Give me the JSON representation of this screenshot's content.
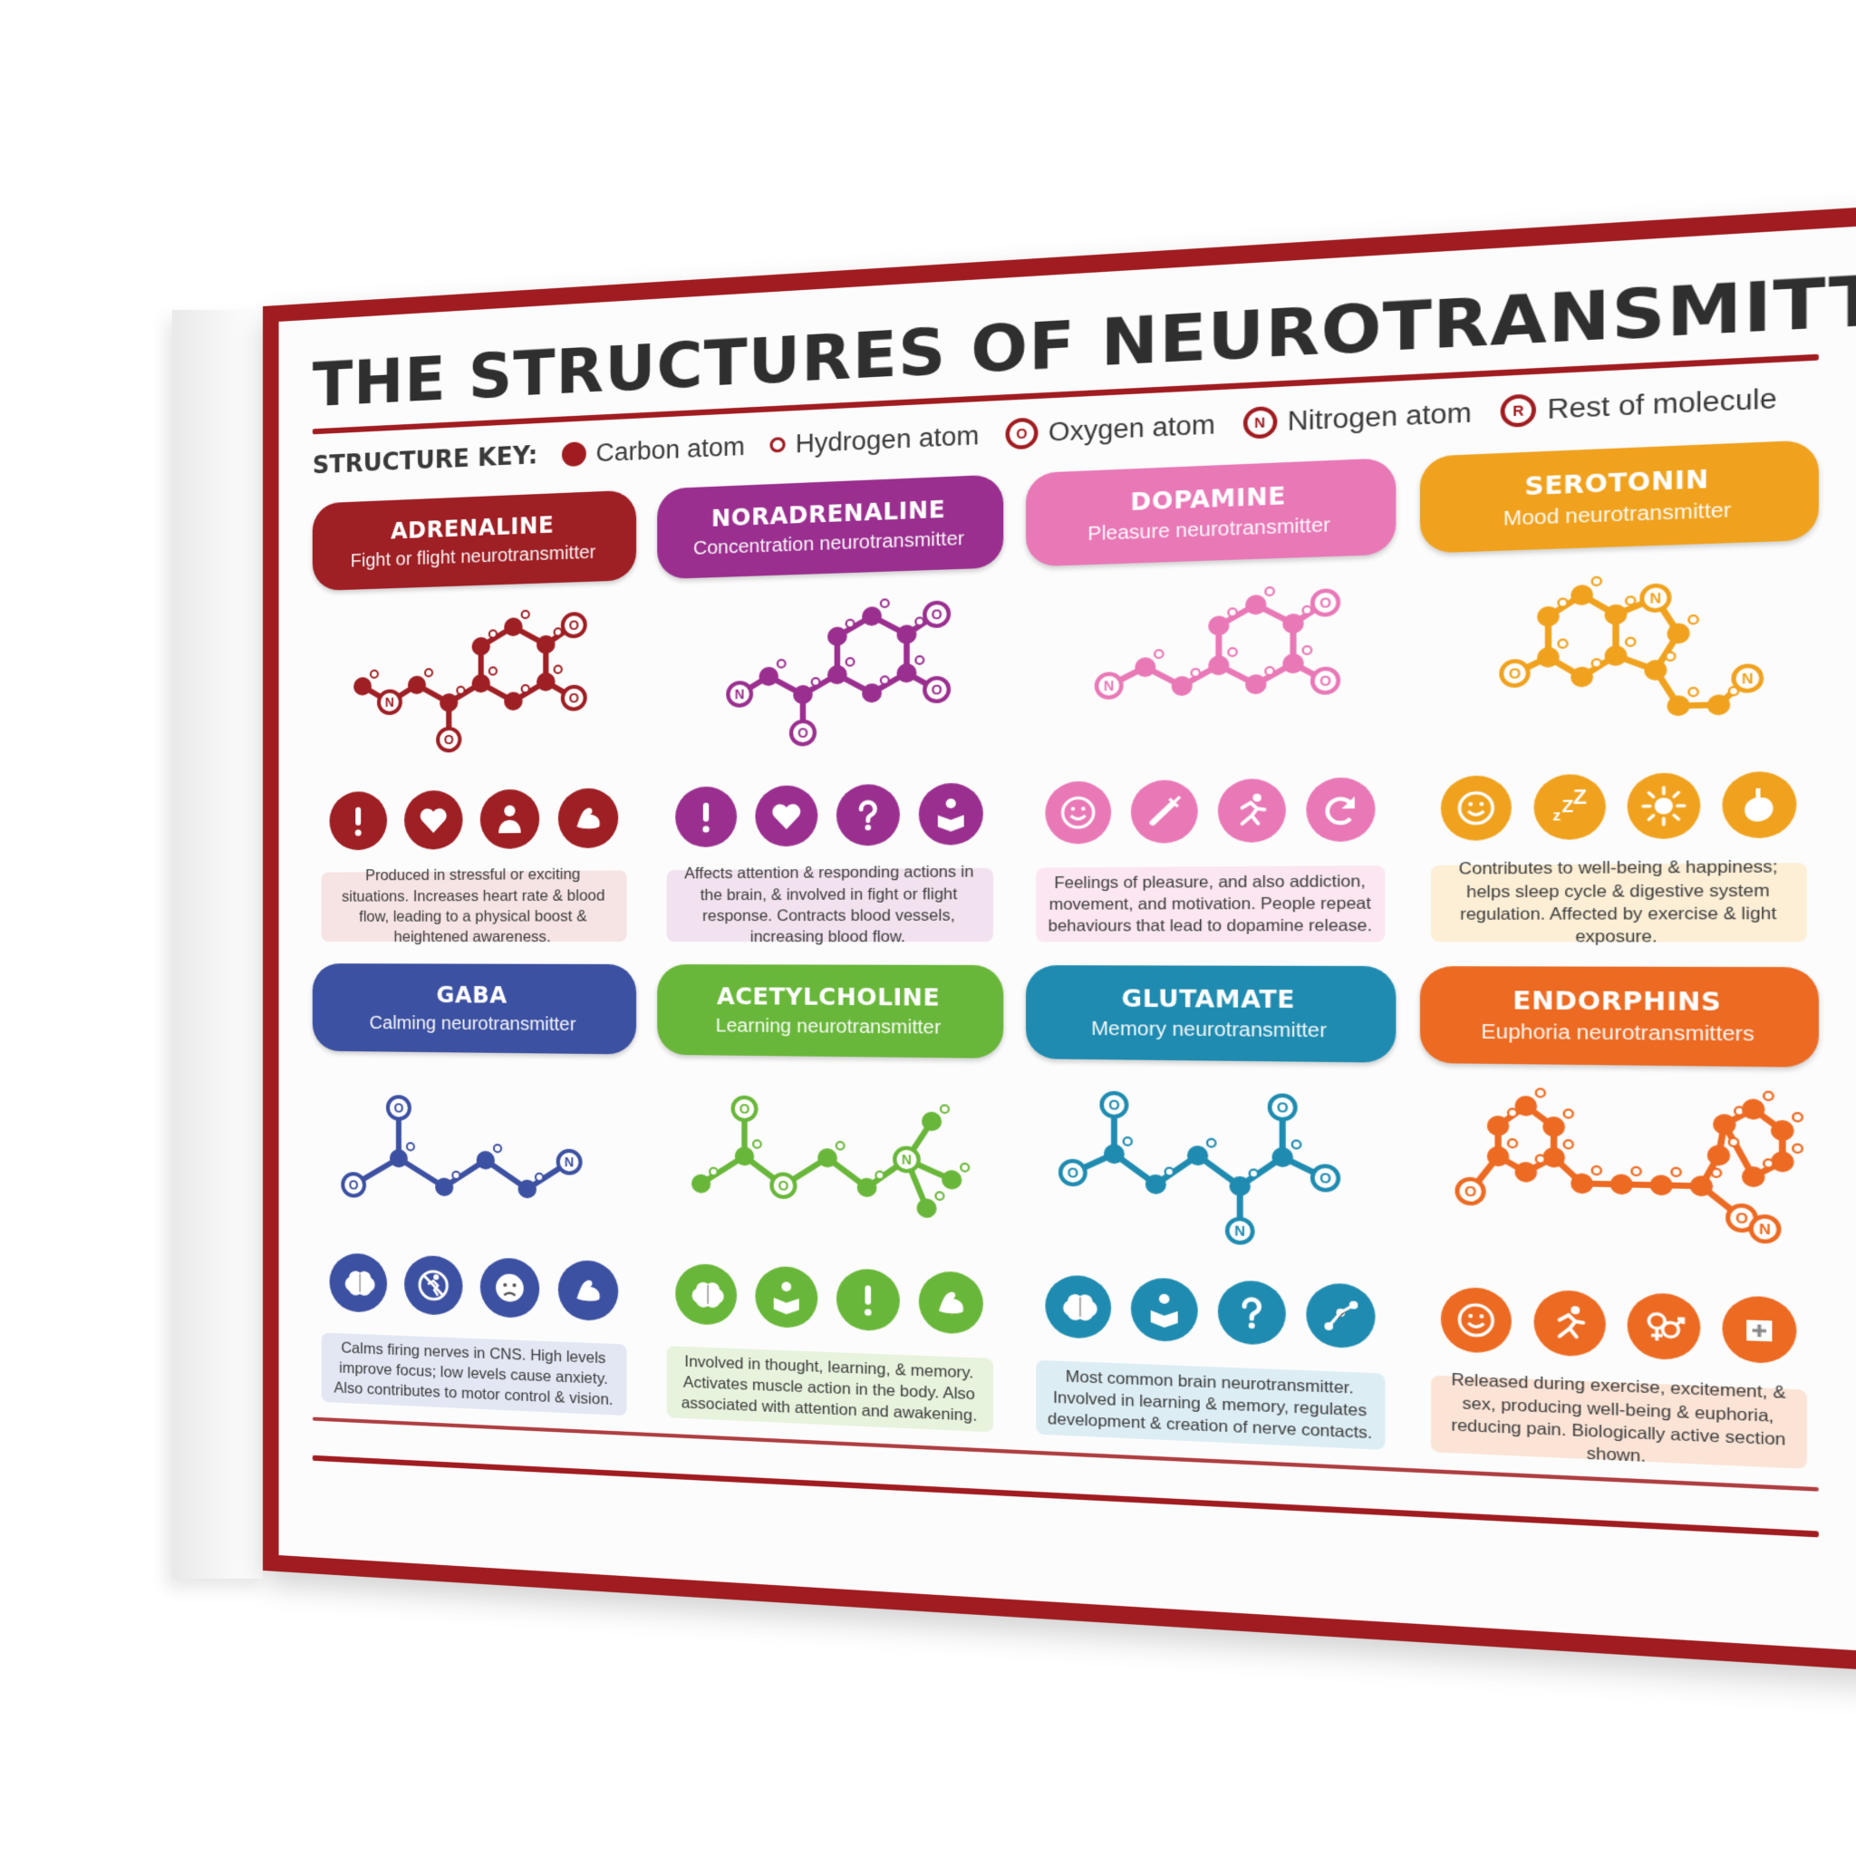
{
  "title": "THE STRUCTURES OF NEUROTRANSMITTERS",
  "key": {
    "label": "STRUCTURE KEY:",
    "items": [
      {
        "label": "Carbon atom",
        "symbol": ""
      },
      {
        "label": "Hydrogen atom",
        "symbol": ""
      },
      {
        "label": "Oxygen atom",
        "symbol": "O"
      },
      {
        "label": "Nitrogen atom",
        "symbol": "N"
      },
      {
        "label": "Rest of molecule",
        "symbol": "R"
      }
    ]
  },
  "cards": [
    {
      "name": "ADRENALINE",
      "subtitle": "Fight or flight neurotransmitter",
      "color": "#9e1f24",
      "tint": "#f6e3e4",
      "icons": [
        "exclamation-icon",
        "heart-icon",
        "person-icon",
        "muscle-icon"
      ],
      "desc": "Produced in stressful or exciting situations. Increases heart rate & blood flow, leading to a physical boost & heightened awareness."
    },
    {
      "name": "NORADRENALINE",
      "subtitle": "Concentration neurotransmitter",
      "color": "#9a2f8f",
      "tint": "#f2e2ef",
      "icons": [
        "exclamation-icon",
        "heart-icon",
        "question-icon",
        "reading-icon"
      ],
      "desc": "Affects attention & responding actions in the brain, & involved in fight or flight response. Contracts blood vessels, increasing blood flow."
    },
    {
      "name": "DOPAMINE",
      "subtitle": "Pleasure neurotransmitter",
      "color": "#e978b7",
      "tint": "#fbe6f1",
      "icons": [
        "smiley-icon",
        "syringe-icon",
        "running-icon",
        "cycle-icon"
      ],
      "desc": "Feelings of pleasure, and also addiction, movement, and motivation. People repeat behaviours that lead to dopamine release."
    },
    {
      "name": "SEROTONIN",
      "subtitle": "Mood neurotransmitter",
      "color": "#f0a21e",
      "tint": "#fcefd6",
      "icons": [
        "smiley-icon",
        "sleep-icon",
        "sun-icon",
        "stomach-icon"
      ],
      "desc": "Contributes to well-being & happiness; helps sleep cycle & digestive system regulation. Affected by exercise & light exposure."
    },
    {
      "name": "GABA",
      "subtitle": "Calming neurotransmitter",
      "color": "#3d51a2",
      "tint": "#e3e7f4",
      "icons": [
        "brain-icon",
        "no-running-icon",
        "anxious-face-icon",
        "muscle-icon"
      ],
      "desc": "Calms firing nerves in CNS. High levels improve focus; low levels cause anxiety. Also contributes to motor control & vision."
    },
    {
      "name": "ACETYLCHOLINE",
      "subtitle": "Learning neurotransmitter",
      "color": "#69b73a",
      "tint": "#e7f3dd",
      "icons": [
        "brain-icon",
        "reading-icon",
        "exclamation-icon",
        "muscle-icon"
      ],
      "desc": "Involved in thought, learning, & memory. Activates muscle action in the body. Also associated with attention and awakening."
    },
    {
      "name": "GLUTAMATE",
      "subtitle": "Memory neurotransmitter",
      "color": "#1f8bb0",
      "tint": "#dcedf4",
      "icons": [
        "brain-icon",
        "reading-icon",
        "question-icon",
        "network-icon"
      ],
      "desc": "Most common brain neurotransmitter. Involved in learning & memory, regulates development & creation of nerve contacts."
    },
    {
      "name": "ENDORPHINS",
      "subtitle": "Euphoria neurotransmitters",
      "color": "#ec6a22",
      "tint": "#fbe4d6",
      "icons": [
        "smiley-icon",
        "running-icon",
        "gender-icon",
        "pain-relief-icon"
      ],
      "desc": "Released during exercise, excitement, & sex, producing well-being & euphoria, reducing pain. Biologically active section shown."
    }
  ]
}
